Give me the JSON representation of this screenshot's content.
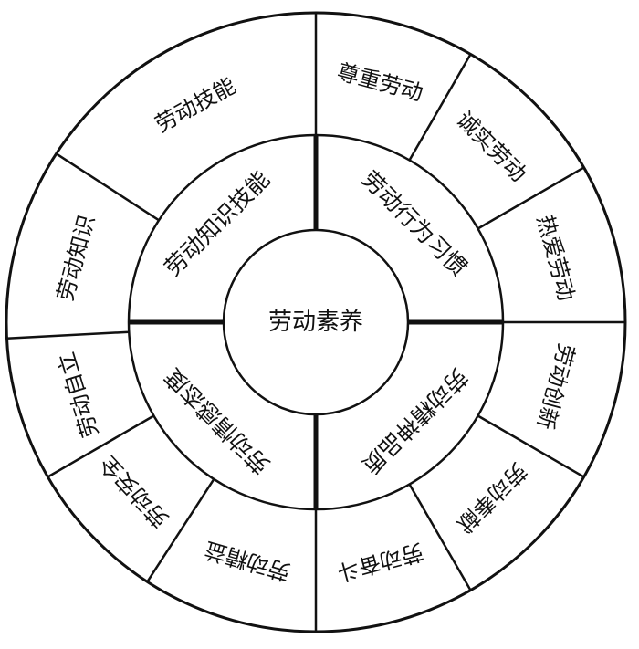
{
  "center": {
    "label": "劳动素养"
  },
  "dimensions": [
    {
      "label": "劳动知识技能"
    },
    {
      "label": "劳动行为习惯"
    },
    {
      "label": "劳动精神品质"
    },
    {
      "label": "劳动情感态度"
    }
  ],
  "items": [
    {
      "label": "尊重劳动"
    },
    {
      "label": "诚实劳动"
    },
    {
      "label": "热爱劳动"
    },
    {
      "label": "劳动创新"
    },
    {
      "label": "劳动奉献"
    },
    {
      "label": "劳动奋斗"
    },
    {
      "label": "劳动精益"
    },
    {
      "label": "劳动安全"
    },
    {
      "label": "劳动自立"
    },
    {
      "label": "劳动知识"
    },
    {
      "label": "劳动技能"
    }
  ],
  "colors": {
    "ink": "#111111",
    "background": "#ffffff"
  }
}
